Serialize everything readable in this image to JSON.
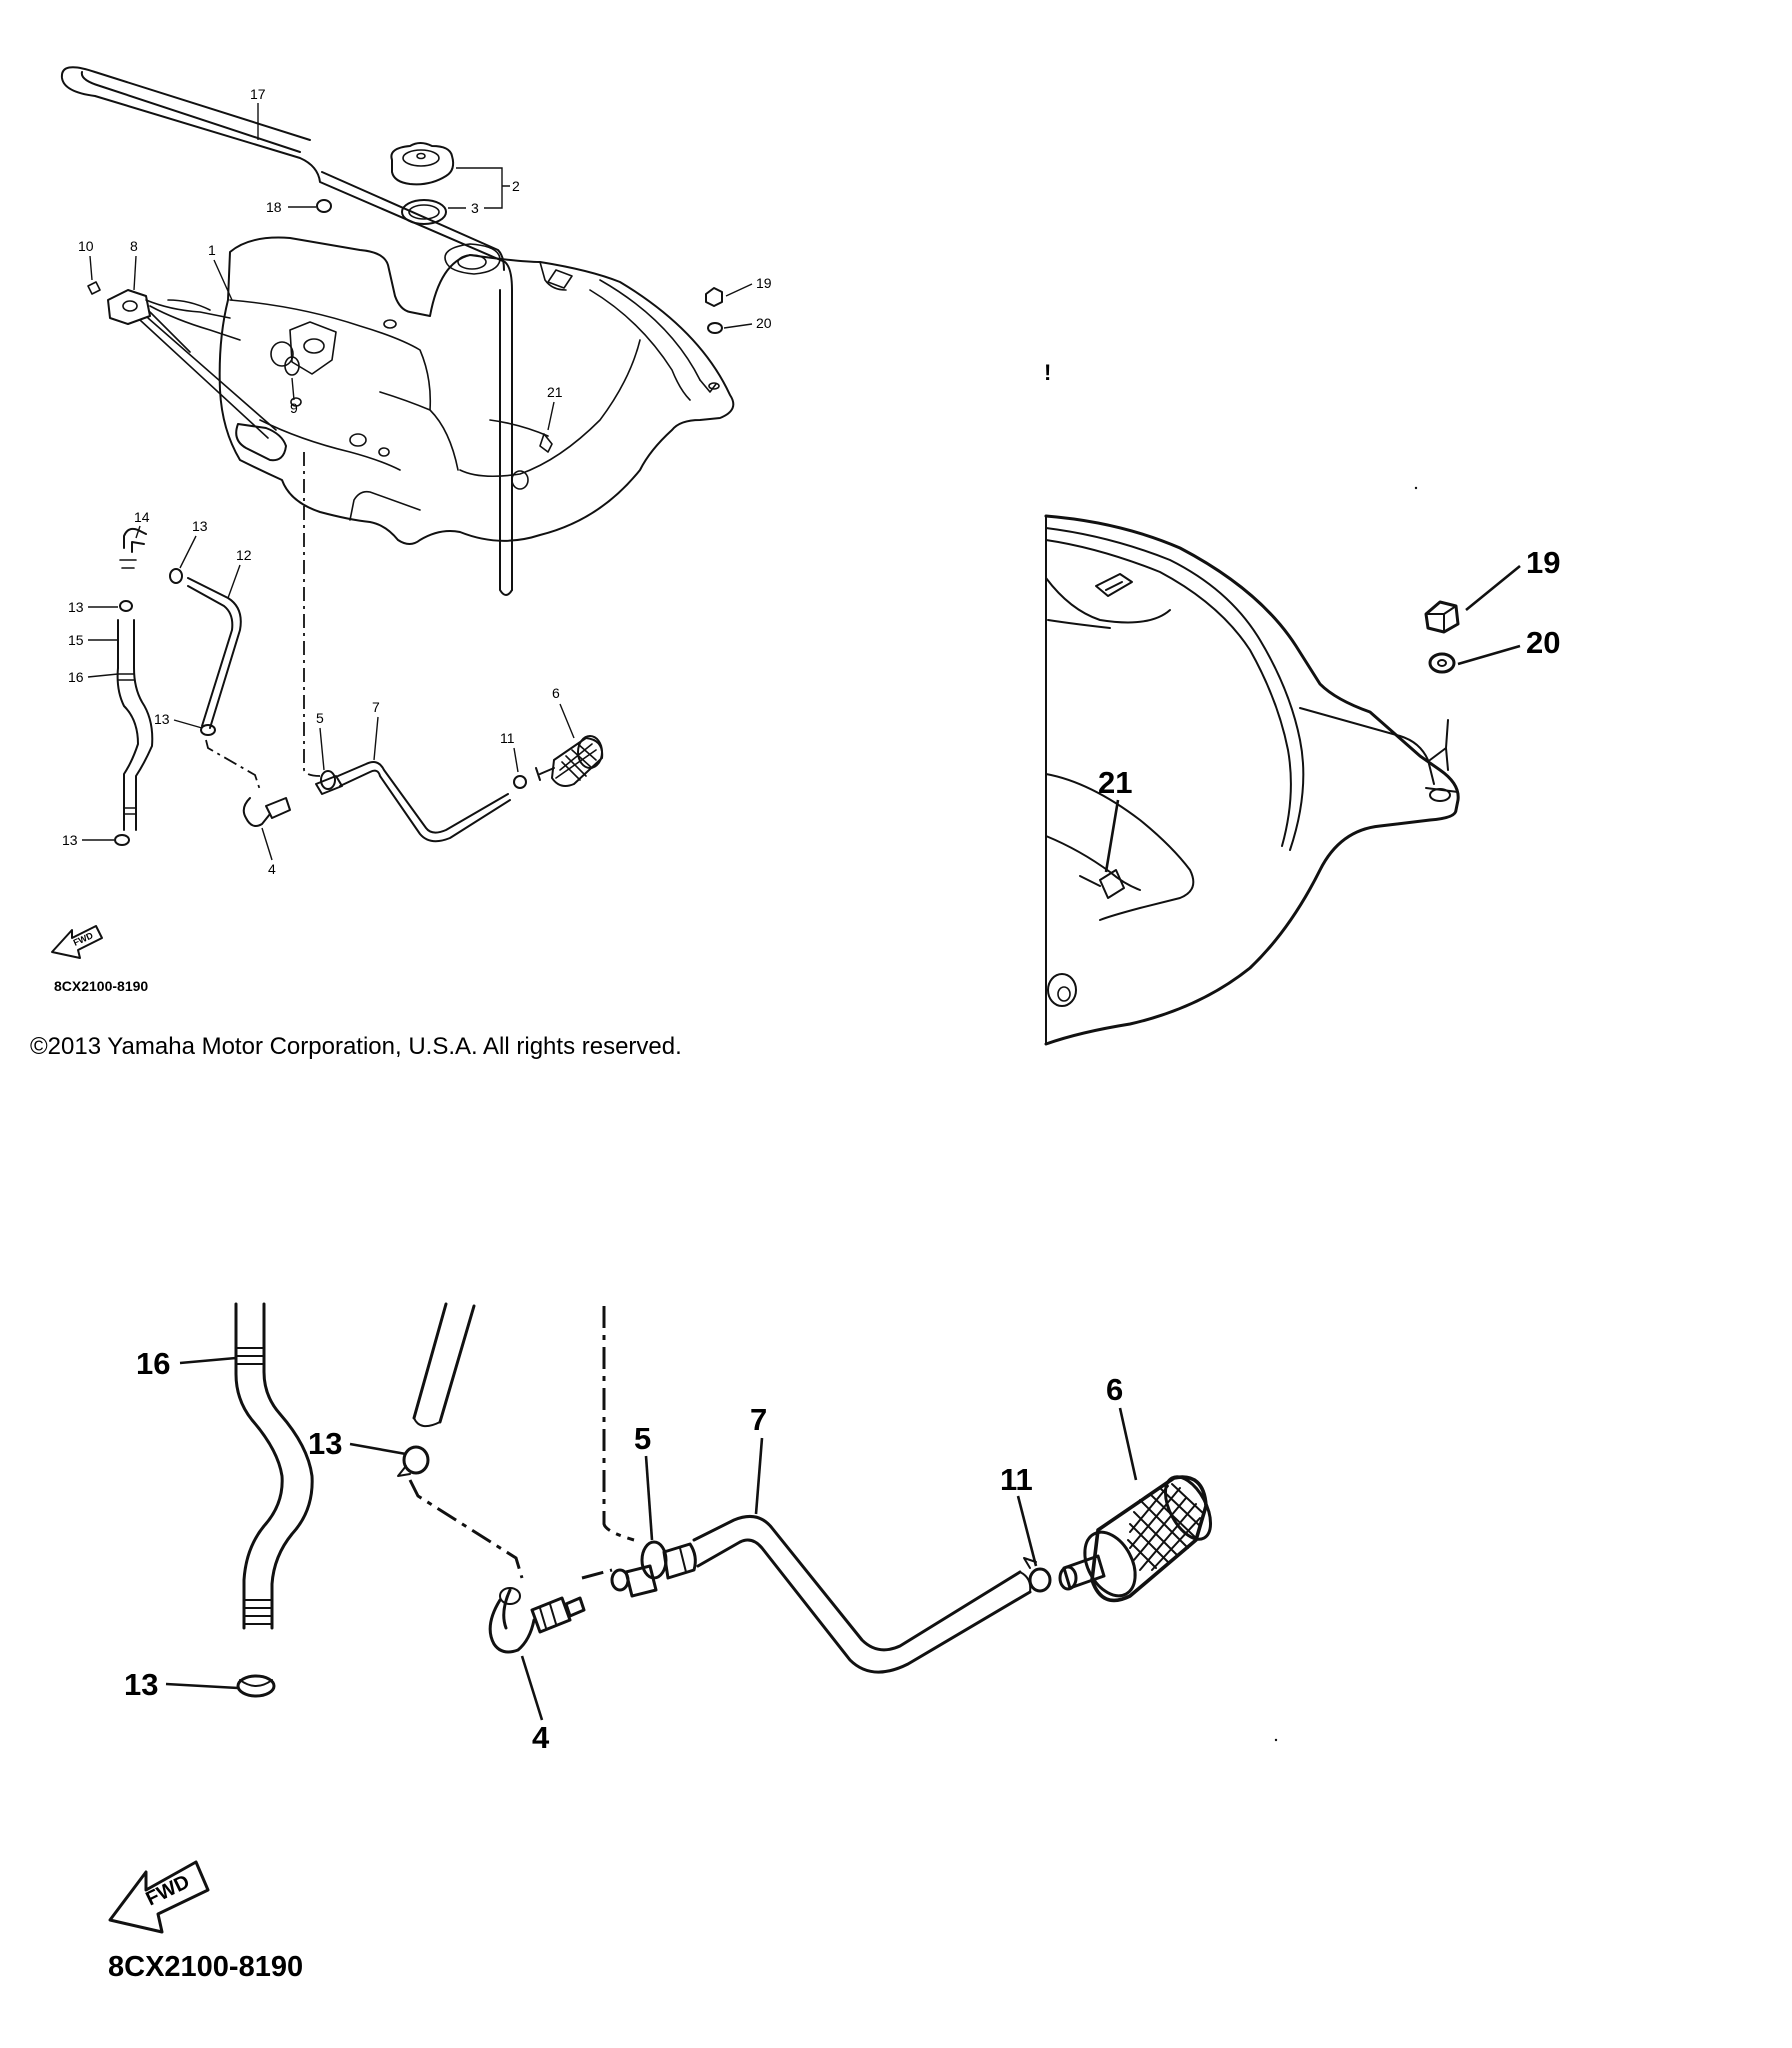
{
  "overview": {
    "callouts": [
      "1",
      "2",
      "3",
      "4",
      "5",
      "6",
      "7",
      "8",
      "9",
      "10",
      "11",
      "12",
      "13",
      "14",
      "15",
      "16",
      "17",
      "18",
      "19",
      "20",
      "21"
    ],
    "callout_13_repeats": [
      "13",
      "13",
      "13",
      "13"
    ],
    "fwd_arrow_text": "FWD",
    "diagram_code": "8CX2100-8190"
  },
  "copyright": "©2013 Yamaha Motor Corporation, U.S.A. All rights reserved.",
  "zoom_right": {
    "callouts": [
      "19",
      "20",
      "21"
    ]
  },
  "zoom_bottom": {
    "callouts": [
      "16",
      "13",
      "13",
      "5",
      "7",
      "11",
      "6",
      "4"
    ],
    "fwd_arrow_text": "FWD",
    "diagram_code": "8CX2100-8190"
  }
}
